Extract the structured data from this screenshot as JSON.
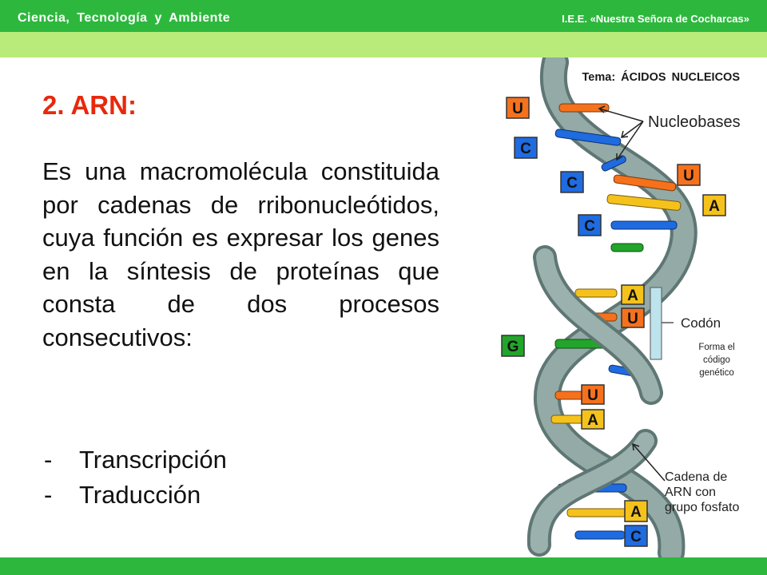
{
  "header": {
    "course": "Ciencia,  Tecnología  y  Ambiente",
    "school": "I.E.E.  «Nuestra Señora de Cocharcas»",
    "topic": "Tema:  ÁCIDOS  NUCLEICOS"
  },
  "content": {
    "heading": "2.  ARN:",
    "paragraph": "Es una macromolécula constituida por cadenas de rribonucleótidos, cuya función es expresar los genes en la síntesis de proteínas que consta de dos procesos consecutivos:",
    "processes": [
      {
        "dash": "-",
        "label": "Transcripción"
      },
      {
        "dash": "-",
        "label": "Traducción"
      }
    ]
  },
  "figure": {
    "nucleobases_label": "Nucleobases",
    "codon_label": "Codón",
    "codon_note": [
      "Forma el",
      "código",
      "genético"
    ],
    "chain_label": [
      "Cadena de",
      "ARN con",
      "grupo fosfato"
    ],
    "bases": [
      "U",
      "C",
      "C",
      "U",
      "A",
      "C",
      "A",
      "U",
      "G",
      "U",
      "A",
      "A",
      "C"
    ]
  },
  "colors": {
    "header_green": "#2db83d",
    "subheader_green": "#b9eb7a",
    "heading_red": "#e8280c",
    "base_U": "#f5711c",
    "base_C": "#1f6be0",
    "base_A": "#f5c21c",
    "base_G": "#22a52a",
    "backbone": "#8fa3a0"
  }
}
